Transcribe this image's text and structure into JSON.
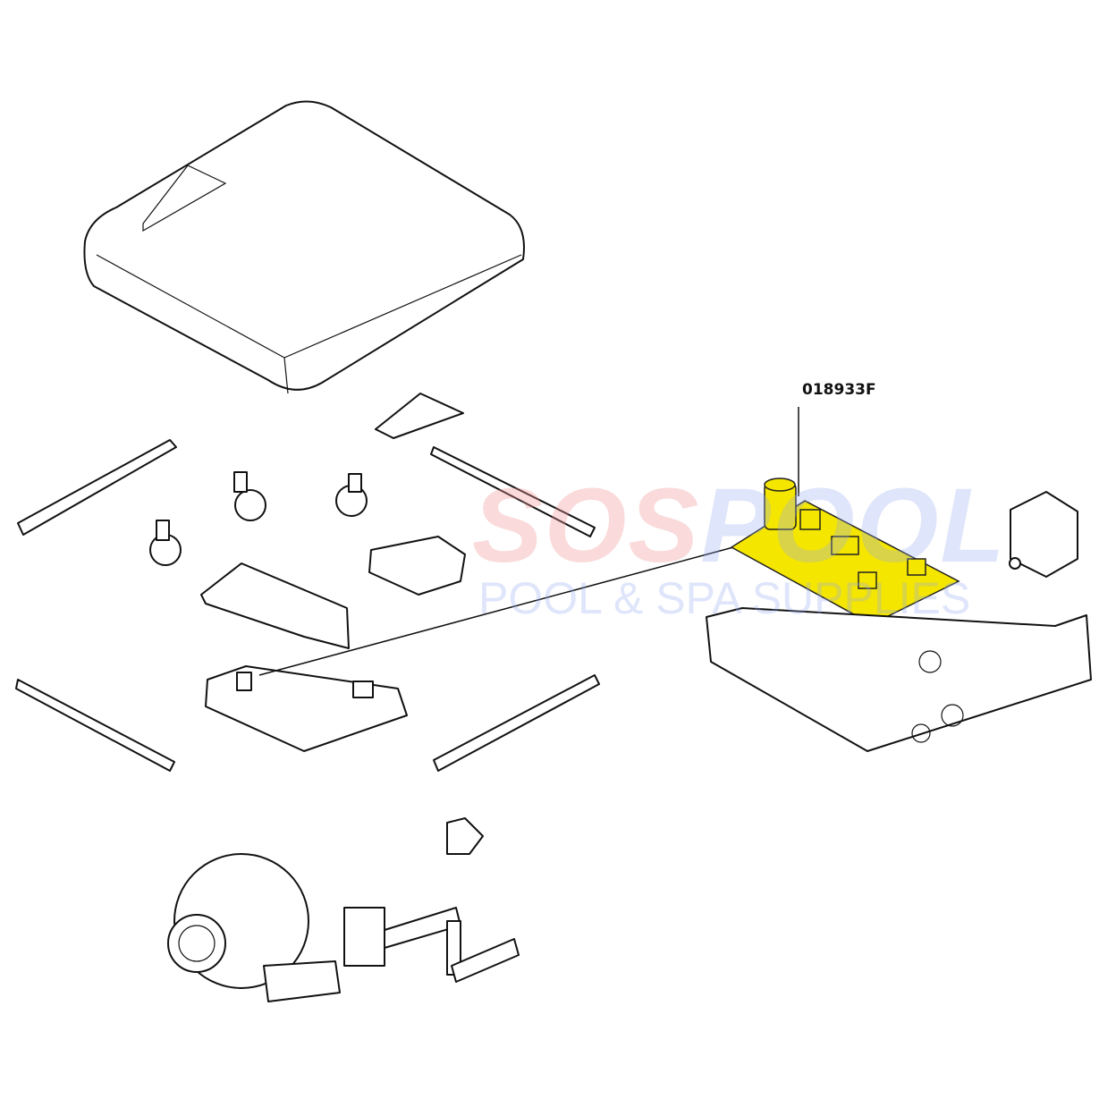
{
  "callout": {
    "part_number": "018933F"
  },
  "watermark": {
    "brand_left": "SOS",
    "brand_right": "POOL",
    "tagline": "POOL & SPA SUPPLIES"
  },
  "colors": {
    "highlight": "#f5e600",
    "watermark_red": "#f09696",
    "watermark_blue": "#96aaf0"
  }
}
